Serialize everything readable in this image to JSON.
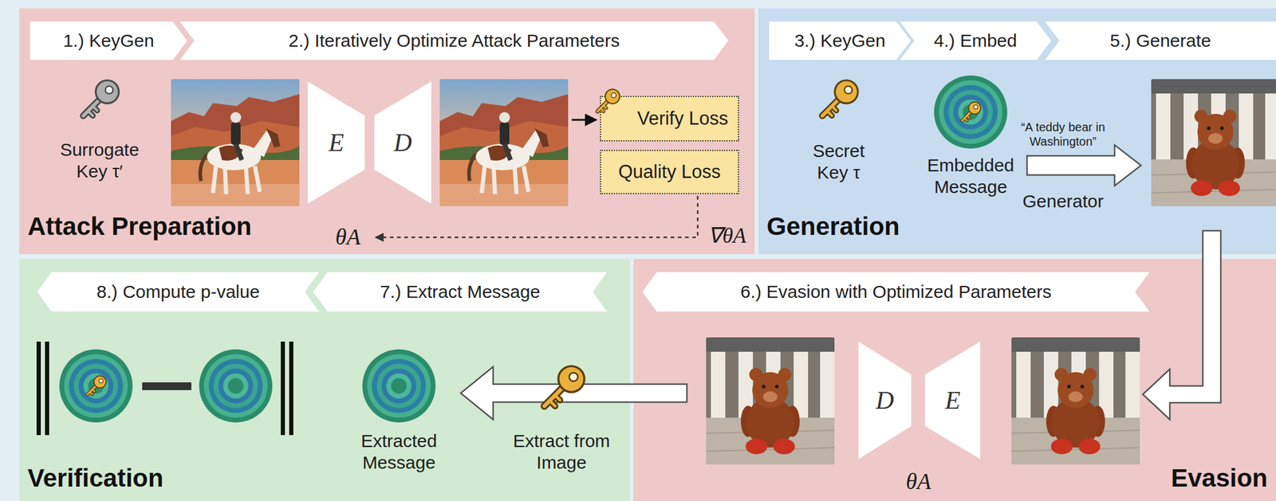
{
  "diagram": {
    "nodes": [
      {
        "text": [
          "Attack Preparation"
        ]
      },
      {
        "text": [
          "1.) KeyGen"
        ],
        "in": 0
      },
      {
        "text": [
          "2.) Iteratively Optimize Attack Parameters"
        ],
        "in": 0
      },
      {
        "text": [
          "E"
        ],
        "in": 0
      },
      {
        "text": [
          "D"
        ],
        "in": 0
      },
      {
        "text": [
          "Verify Loss"
        ],
        "in": 0
      },
      {
        "text": [
          "Quality Loss"
        ],
        "in": 0
      },
      {
        "text": [
          "Generation"
        ]
      },
      {
        "text": [
          "3.) KeyGen"
        ],
        "in": 7
      },
      {
        "text": [
          "4.) Embed"
        ],
        "in": 7
      },
      {
        "text": [
          "5.) Generate"
        ],
        "in": 7
      },
      {
        "text": [
          "Verification"
        ]
      },
      {
        "text": [
          "8.) Compute p-value"
        ],
        "in": 11
      },
      {
        "text": [
          "7.) Extract Message"
        ],
        "in": 11
      },
      {
        "text": [
          "Evasion"
        ]
      },
      {
        "text": [
          "6.) Evasion with Optimized Parameters"
        ],
        "in": 14
      },
      {
        "text": [
          "D"
        ],
        "in": 14
      },
      {
        "text": [
          "E"
        ],
        "in": 14
      }
    ],
    "labels": [
      "Surrogate Key τ′",
      "θA",
      "∇θA",
      "Secret Key τ",
      "Embedded Message",
      "“A teddy bear in Washington”",
      "Generator",
      "Extracted Message",
      "Extract from Image",
      "θA"
    ]
  }
}
